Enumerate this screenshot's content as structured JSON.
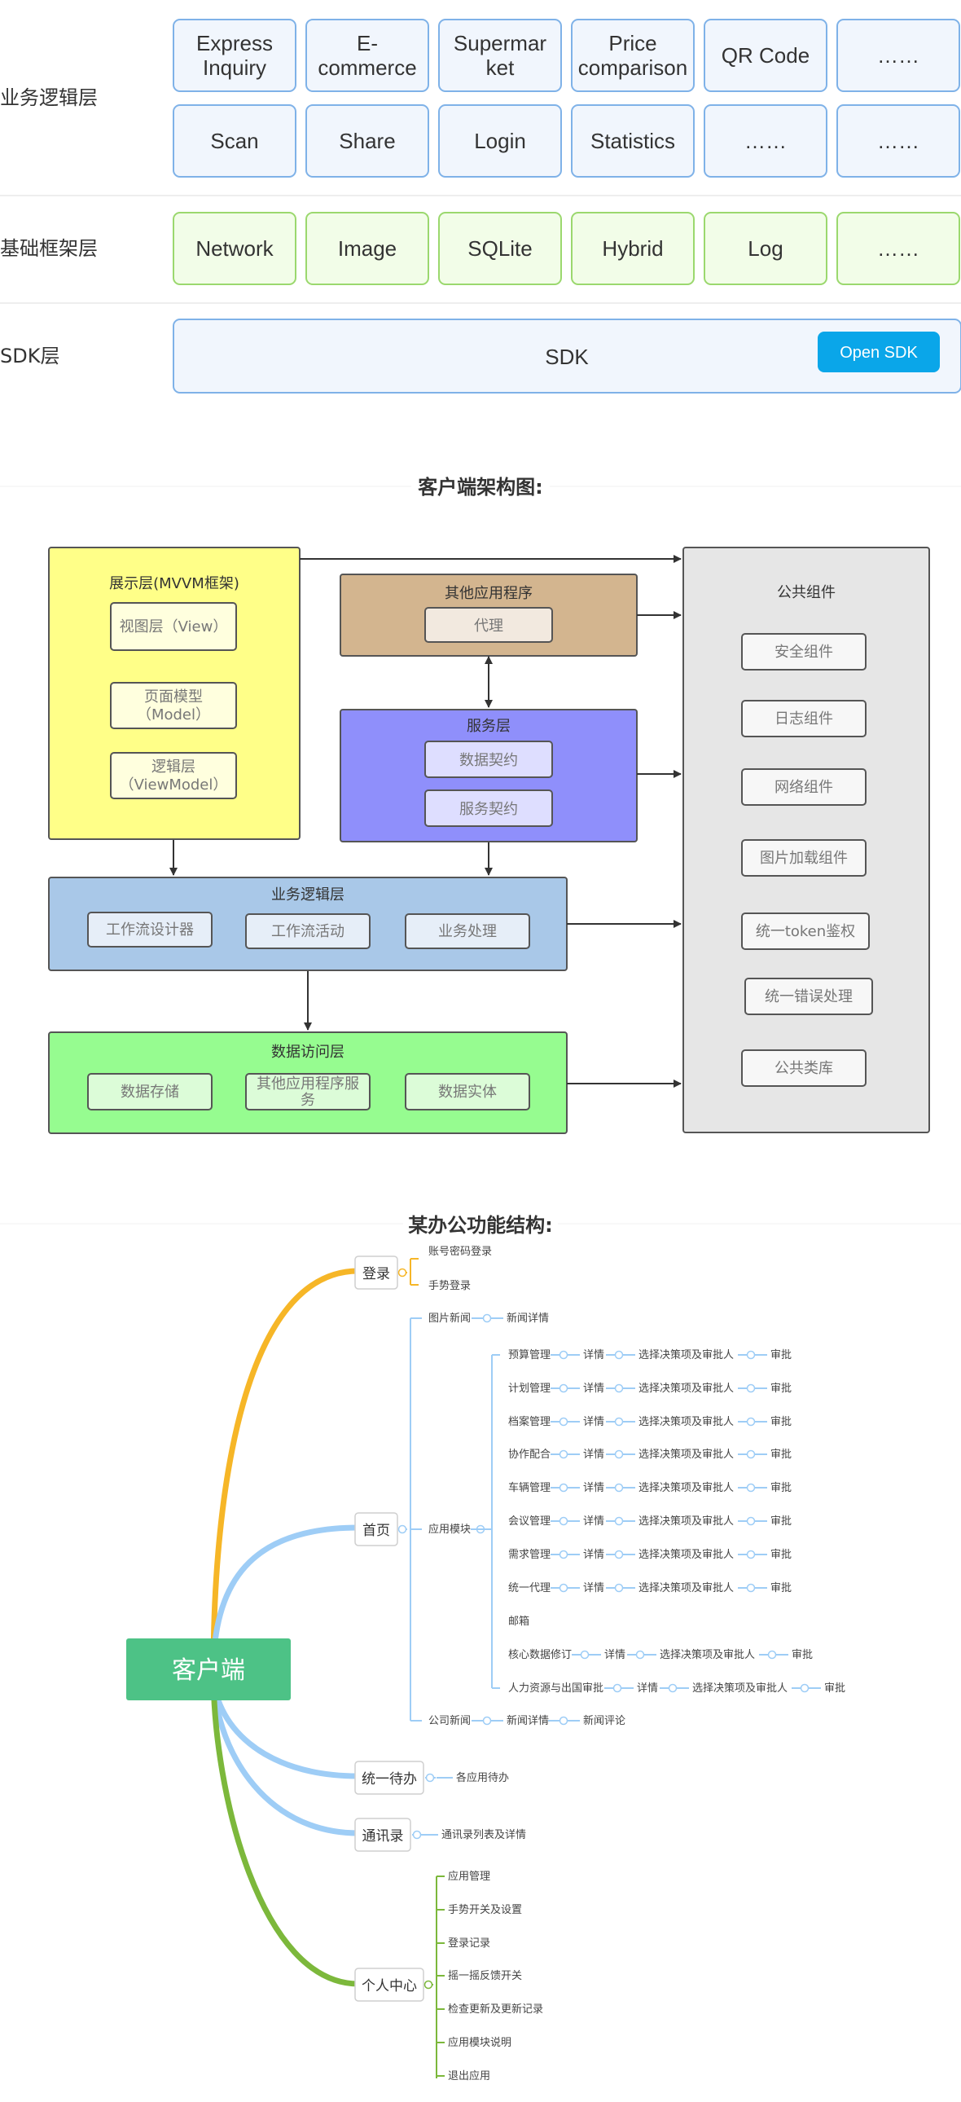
{
  "layers": {
    "business_label": "业务逻辑层",
    "business_row1": [
      "Express Inquiry",
      "E-commerce",
      "Supermarket",
      "Price comparison",
      "QR Code",
      "……"
    ],
    "business_row2": [
      "Scan",
      "Share",
      "Login",
      "Statistics",
      "……",
      "……"
    ],
    "basic_label": "基础框架层",
    "basic_row": [
      "Network",
      "Image",
      "SQLite",
      "Hybrid",
      "Log",
      "……"
    ],
    "sdk_label": "SDK层",
    "sdk_box": "SDK",
    "open_sdk_button": "Open SDK"
  },
  "client_arch": {
    "title": "客户端架构图:",
    "presentation": {
      "title": "展示层(MVVM框架)",
      "items": [
        "视图层（View）",
        "页面模型\n（Model）",
        "逻辑层\n（ViewModel）"
      ]
    },
    "other_apps": {
      "title": "其他应用程序",
      "items": [
        "代理"
      ]
    },
    "service": {
      "title": "服务层",
      "items": [
        "数据契约",
        "服务契约"
      ]
    },
    "logic": {
      "title": "业务逻辑层",
      "items": [
        "工作流设计器",
        "工作流活动",
        "业务处理"
      ]
    },
    "data_access": {
      "title": "数据访问层",
      "items": [
        "数据存储",
        "其他应用程序服\n务",
        "数据实体"
      ]
    },
    "public": {
      "title": "公共组件",
      "items": [
        "安全组件",
        "日志组件",
        "网络组件",
        "图片加载组件",
        "统一token鉴权",
        "统一错误处理",
        "公共类库"
      ]
    }
  },
  "office": {
    "title": "某办公功能结构:",
    "root": "客户端",
    "login": {
      "label": "登录",
      "children": [
        "账号密码登录",
        "手势登录"
      ]
    },
    "home": {
      "label": "首页",
      "pic_news": "图片新闻",
      "pic_news_detail": "新闻详情",
      "app_module": "应用模块",
      "modules": [
        "预算管理",
        "计划管理",
        "档案管理",
        "协作配合",
        "车辆管理",
        "会议管理",
        "需求管理",
        "统一代理",
        "邮箱",
        "核心数据修订",
        "人力资源与出国审批"
      ],
      "chain": [
        "详情",
        "选择决策项及审批人",
        "审批"
      ],
      "company_news": "公司新闻",
      "company_news_children": [
        "新闻详情",
        "新闻评论"
      ]
    },
    "todo": {
      "label": "统一待办",
      "child": "各应用待办"
    },
    "contacts": {
      "label": "通讯录",
      "child": "通讯录列表及详情"
    },
    "personal": {
      "label": "个人中心",
      "children": [
        "应用管理",
        "手势开关及设置",
        "登录记录",
        "摇一摇反馈开关",
        "检查更新及更新记录",
        "应用模块说明",
        "退出应用"
      ]
    }
  },
  "colors": {
    "blue_fill": "#f1f6fd",
    "blue_stroke": "#7fb2e8",
    "green_fill": "#f2fde8",
    "green_stroke": "#9bd86e",
    "button": "#0aa6e9",
    "yellow": "#ffff88",
    "tan": "#d3b58f",
    "violet": "#8f8ffb",
    "lightblue": "#a9c8e8",
    "green": "#96fc90",
    "gray": "#e6e6e6",
    "root": "#4dc286",
    "branch_orange": "#f6b627",
    "branch_blue": "#9ecdf6",
    "branch_green": "#7cb83b"
  }
}
